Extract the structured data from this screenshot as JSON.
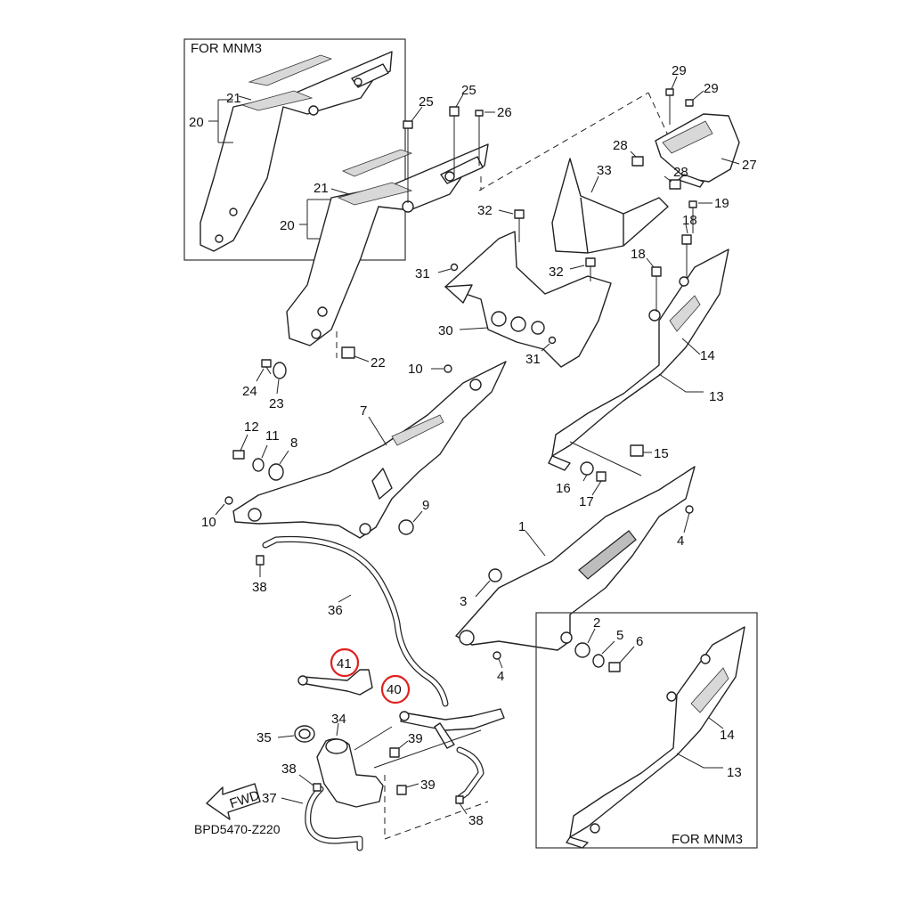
{
  "frame_labels": {
    "inset_top_left": "FOR MNM3",
    "inset_bottom_right": "FOR MNM3"
  },
  "diagram_code": "BPD5470-Z220",
  "fwd_arrow_label": "FWD",
  "highlight_color": "#e02020",
  "part_numbers": {
    "p1": "1",
    "p2": "2",
    "p3": "3",
    "p4a": "4",
    "p4b": "4",
    "p5": "5",
    "p6": "6",
    "p7": "7",
    "p8": "8",
    "p9": "9",
    "p10a": "10",
    "p10b": "10",
    "p11": "11",
    "p12": "12",
    "p13a": "13",
    "p13b": "13",
    "p14a": "14",
    "p14b": "14",
    "p15": "15",
    "p16": "16",
    "p17": "17",
    "p18a": "18",
    "p18b": "18",
    "p19": "19",
    "p20a": "20",
    "p20b": "20",
    "p21a": "21",
    "p21b": "21",
    "p22": "22",
    "p23": "23",
    "p24": "24",
    "p25a": "25",
    "p25b": "25",
    "p26": "26",
    "p27": "27",
    "p28a": "28",
    "p28b": "28",
    "p29a": "29",
    "p29b": "29",
    "p30": "30",
    "p31a": "31",
    "p31b": "31",
    "p32a": "32",
    "p32b": "32",
    "p33": "33",
    "p34": "34",
    "p35": "35",
    "p36": "36",
    "p37": "37",
    "p38a": "38",
    "p38b": "38",
    "p38c": "38",
    "p39a": "39",
    "p39b": "39",
    "p40": "40",
    "p41": "41"
  }
}
